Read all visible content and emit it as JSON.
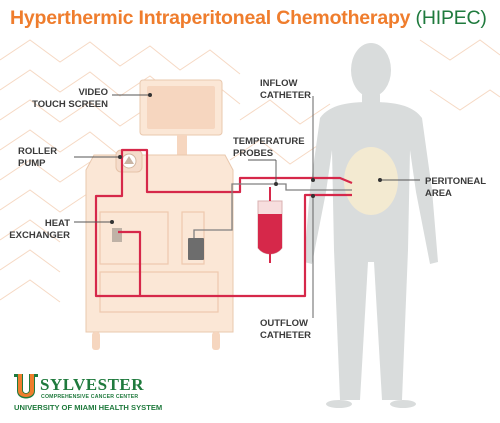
{
  "title": {
    "main": "Hyperthermic Intraperitoneal Chemotherapy",
    "abbr": "(HIPEC)"
  },
  "labels": {
    "video_touch_screen": [
      "VIDEO",
      "TOUCH SCREEN"
    ],
    "roller_pump": [
      "ROLLER",
      "PUMP"
    ],
    "heat_exchanger": [
      "HEAT",
      "EXCHANGER"
    ],
    "inflow_catheter": [
      "INFLOW",
      "CATHETER"
    ],
    "temperature_probes": [
      "TEMPERATURE",
      "PROBES"
    ],
    "peritoneal_area": [
      "PERITONEAL",
      "AREA"
    ],
    "outflow_catheter": [
      "OUTFLOW",
      "CATHETER"
    ]
  },
  "logo": {
    "name": "SYLVESTER",
    "subtitle": "COMPREHENSIVE CANCER CENTER",
    "institution": "UNIVERSITY OF MIAMI HEALTH SYSTEM"
  },
  "colors": {
    "title_orange": "#ef7d2d",
    "brand_green": "#1f7a3d",
    "tube_red": "#d6284a",
    "machine_fill": "#fbe7d6",
    "body_gray": "#d9dcdc",
    "peritoneum": "#f3ead1"
  }
}
